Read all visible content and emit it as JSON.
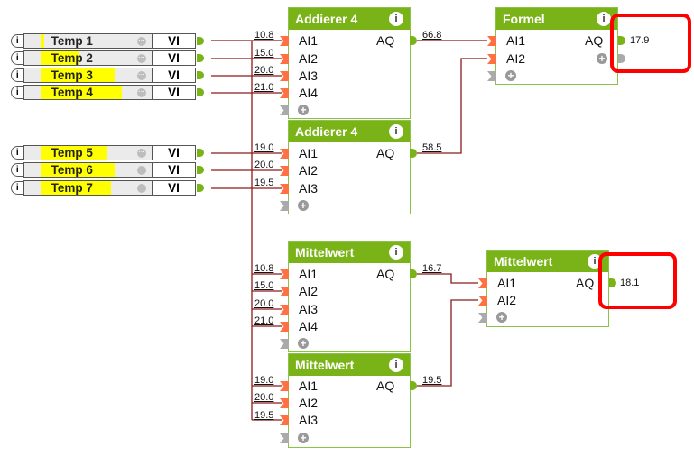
{
  "inputs": [
    {
      "name": "Temp 1",
      "type": "VI",
      "value": "10.8",
      "bar_level": 0.02
    },
    {
      "name": "Temp 2",
      "type": "VI",
      "value": "15.0",
      "bar_level": 0.32
    },
    {
      "name": "Temp 3",
      "type": "VI",
      "value": "20.0",
      "bar_level": 0.61
    },
    {
      "name": "Temp 4",
      "type": "VI",
      "value": "21.0",
      "bar_level": 0.67
    },
    {
      "name": "Temp 5",
      "type": "VI",
      "value": "19.0",
      "bar_level": 0.55
    },
    {
      "name": "Temp 6",
      "type": "VI",
      "value": "20.0",
      "bar_level": 0.61
    },
    {
      "name": "Temp 7",
      "type": "VI",
      "value": "19.5",
      "bar_level": 0.58
    }
  ],
  "info_glyph": "i",
  "dots_glyph": "⋯",
  "plus_glyph": "+",
  "blocks": {
    "add1": {
      "title": "Addierer 4",
      "inputs": [
        "AI1",
        "AI2",
        "AI3",
        "AI4"
      ],
      "input_values": [
        "10.8",
        "15.0",
        "20.0",
        "21.0"
      ],
      "output": "AQ",
      "output_value": "66.8"
    },
    "add2": {
      "title": "Addierer 4",
      "inputs": [
        "AI1",
        "AI2",
        "AI3"
      ],
      "input_values": [
        "19.0",
        "20.0",
        "19.5"
      ],
      "output": "AQ",
      "output_value": "58.5"
    },
    "formel": {
      "title": "Formel",
      "inputs": [
        "AI1",
        "AI2"
      ],
      "output": "AQ",
      "output_value": "17.9"
    },
    "avg1": {
      "title": "Mittelwert",
      "inputs": [
        "AI1",
        "AI2",
        "AI3",
        "AI4"
      ],
      "input_values": [
        "10.8",
        "15.0",
        "20.0",
        "21.0"
      ],
      "output": "AQ",
      "output_value": "16.7"
    },
    "avg2": {
      "title": "Mittelwert",
      "inputs": [
        "AI1",
        "AI2",
        "AI3"
      ],
      "input_values": [
        "19.0",
        "20.0",
        "19.5"
      ],
      "output": "AQ",
      "output_value": "19.5"
    },
    "avg3": {
      "title": "Mittelwert",
      "inputs": [
        "AI1",
        "AI2"
      ],
      "output": "AQ",
      "output_value": "18.1"
    }
  },
  "colors": {
    "block_header": "#7ab317",
    "wire": "#8b1a1a",
    "input_port": "#ff7043",
    "highlight": "#ff0000",
    "bar": "#ffff00"
  }
}
